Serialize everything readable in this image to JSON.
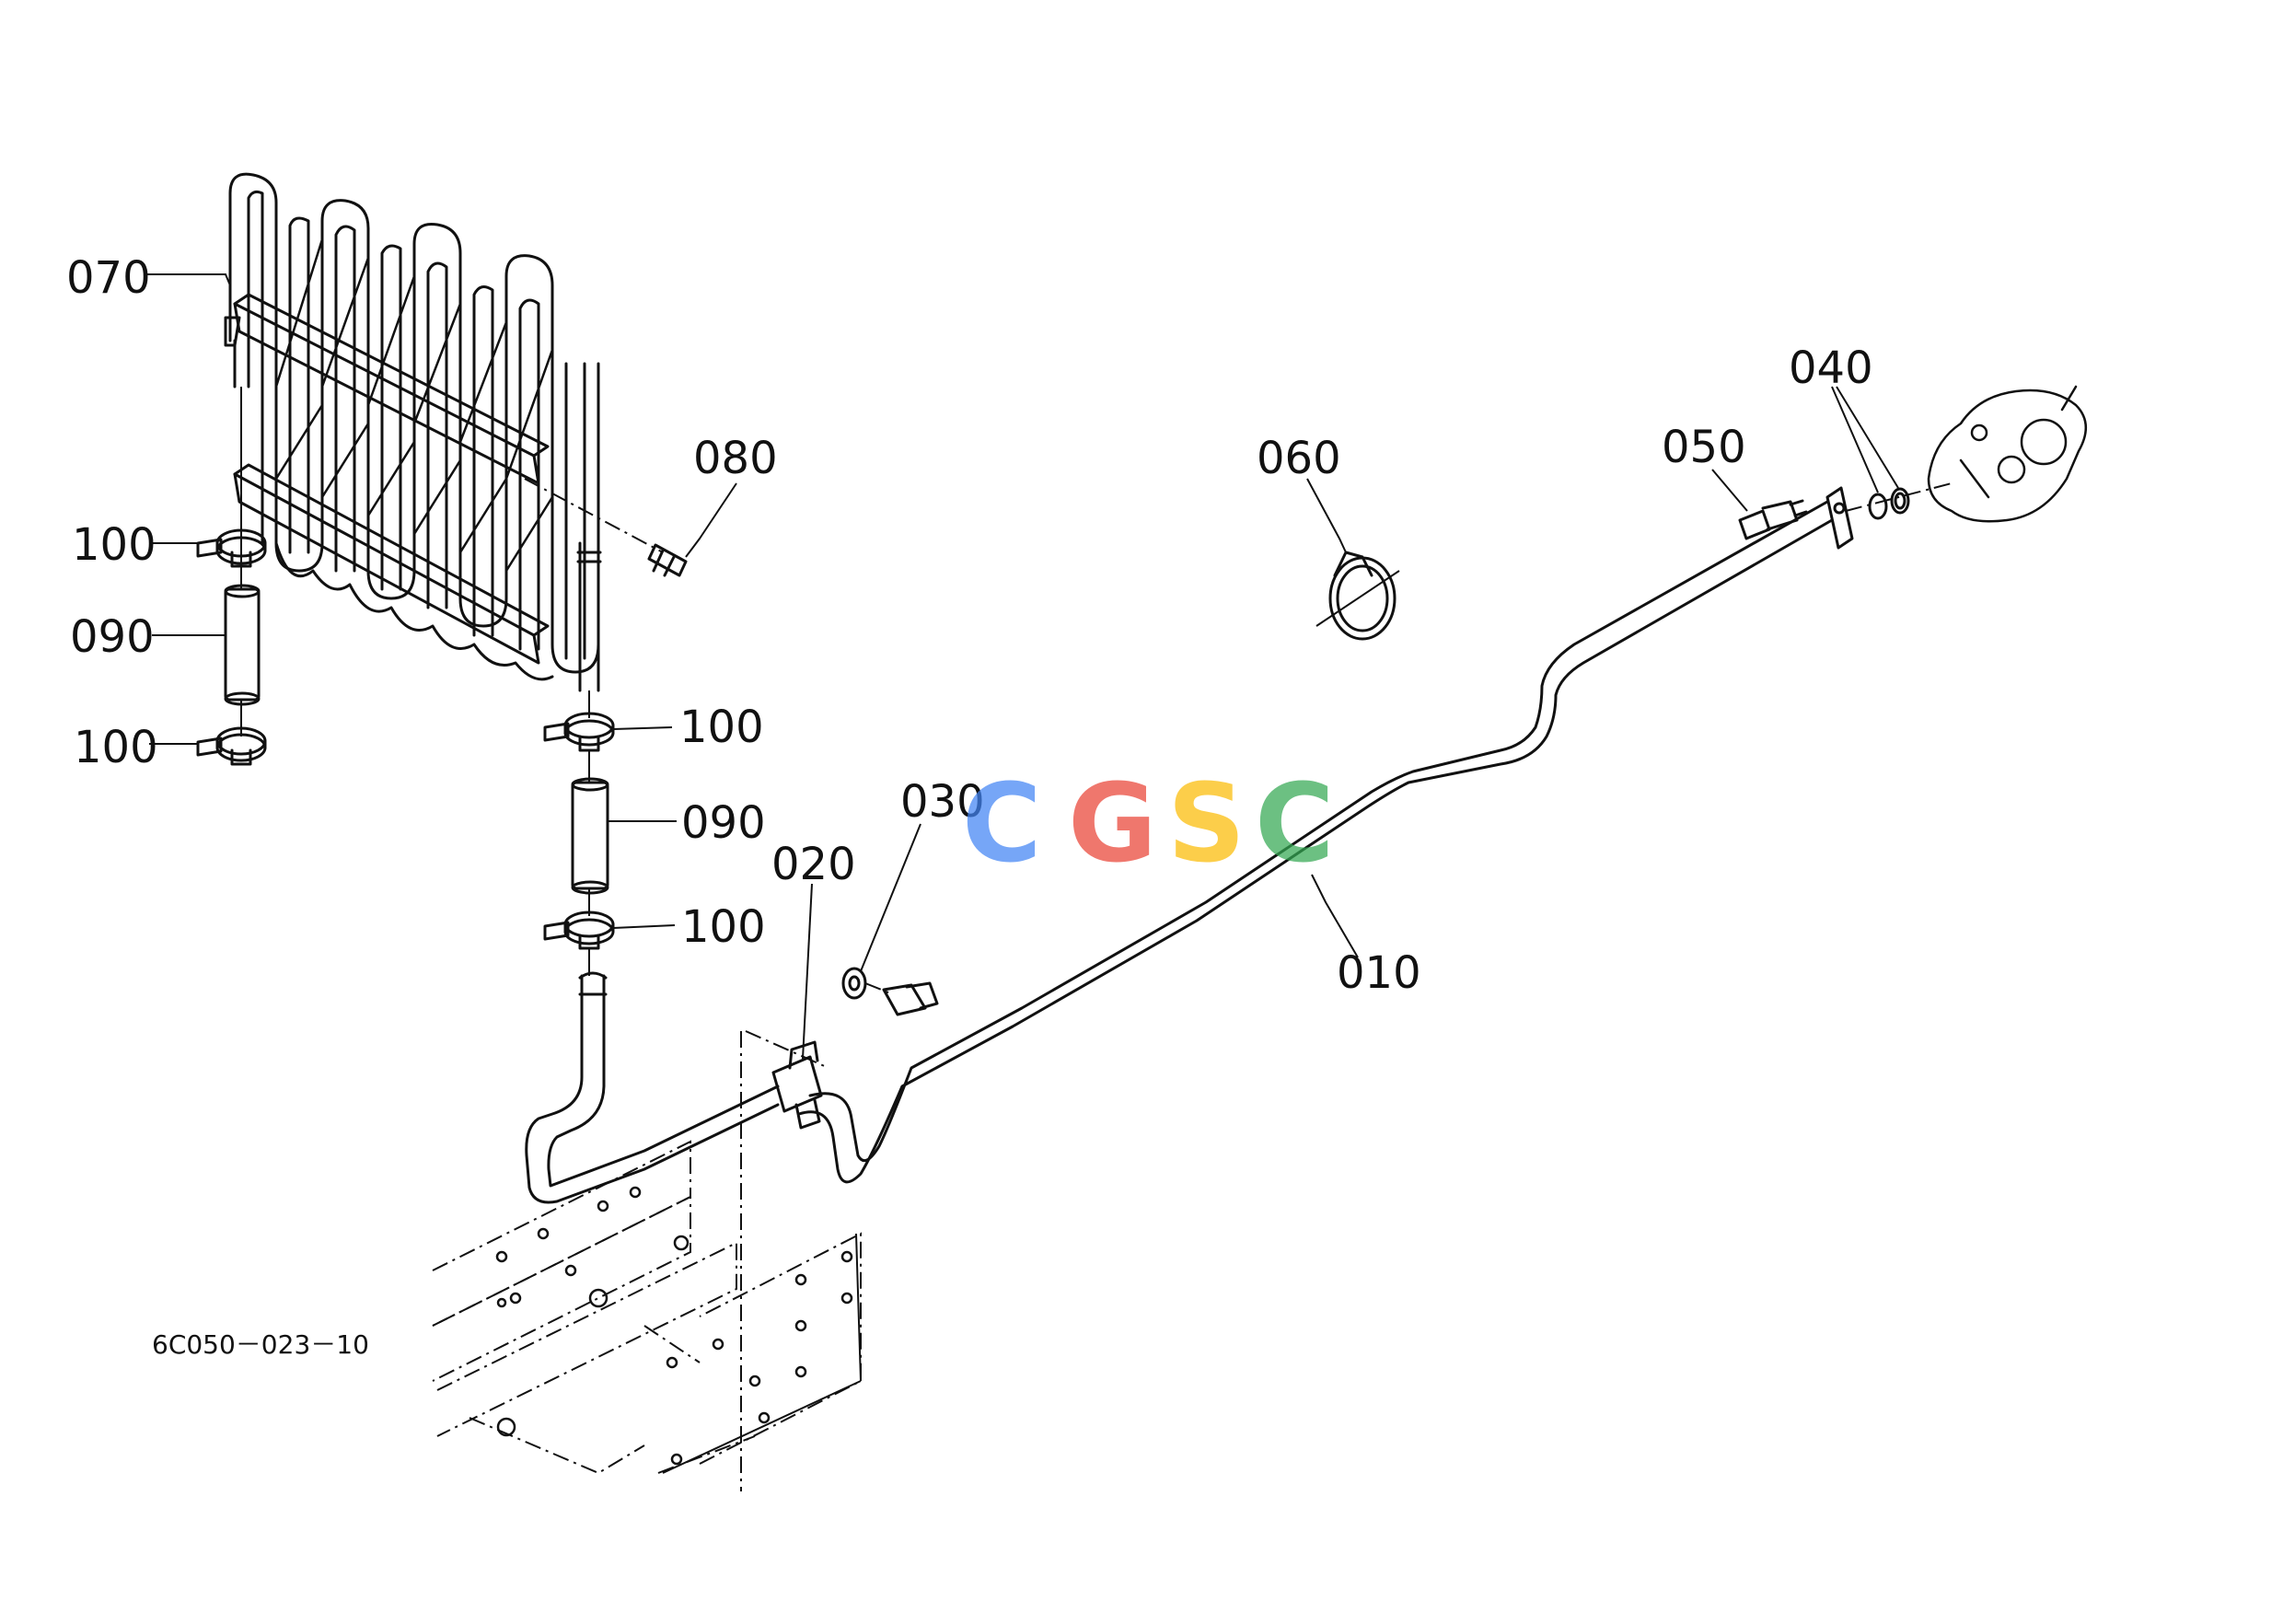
{
  "diagram": {
    "part_callouts": [
      "070",
      "080",
      "100",
      "090",
      "100",
      "100",
      "090",
      "100",
      "020",
      "030",
      "010",
      "060",
      "050",
      "040"
    ],
    "drawing_code": "6C050－023－10",
    "watermark": {
      "letters": [
        "C",
        "G",
        "S",
        "C"
      ],
      "colors": [
        "#4285F4",
        "#EA4335",
        "#FBBC05",
        "#34A853"
      ]
    }
  }
}
